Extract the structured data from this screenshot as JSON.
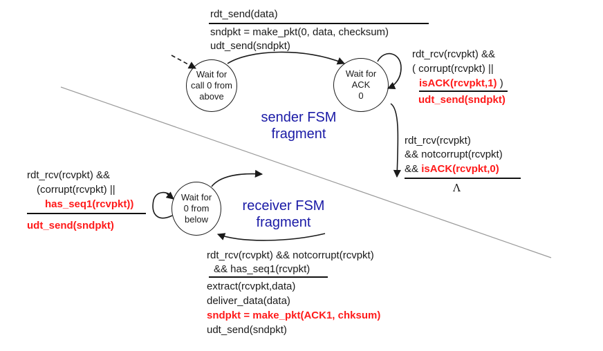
{
  "sender": {
    "label_line1": "sender FSM",
    "label_line2": "fragment",
    "states": {
      "wait_call0": {
        "line1": "Wait for",
        "line2": "call 0 from",
        "line3": "above"
      },
      "wait_ack0": {
        "line1": "Wait for",
        "line2": "ACK",
        "line3": "0"
      }
    },
    "transition_send": {
      "event": "rdt_send(data)",
      "action1": "sndpkt = make_pkt(0, data, checksum)",
      "action2": "udt_send(sndpkt)"
    },
    "transition_resend": {
      "event1": "rdt_rcv(rcvpkt) &&",
      "event2": "( corrupt(rcvpkt) ||",
      "event3_red": "isACK(rcvpkt,1)",
      "event3_tail": " )",
      "action_red": "udt_send(sndpkt)"
    },
    "transition_ack": {
      "event1": "rdt_rcv(rcvpkt)",
      "event2": "&& notcorrupt(rcvpkt)",
      "event3_prefix": "&& ",
      "event3_red": "isACK(rcvpkt,0)",
      "action": "Λ"
    }
  },
  "receiver": {
    "label_line1": "receiver FSM",
    "label_line2": "fragment",
    "states": {
      "wait_0_below": {
        "line1": "Wait for",
        "line2": "0 from",
        "line3": "below"
      }
    },
    "transition_dup": {
      "event1": "rdt_rcv(rcvpkt) &&",
      "event2": "(corrupt(rcvpkt) ||",
      "event3_red": "has_seq1(rcvpkt))",
      "action_red": "udt_send(sndpkt)"
    },
    "transition_deliver": {
      "event1": "rdt_rcv(rcvpkt) && notcorrupt(rcvpkt)",
      "event2": "&& has_seq1(rcvpkt)",
      "action1": "extract(rcvpkt,data)",
      "action2": "deliver_data(data)",
      "action3_red": "sndpkt = make_pkt(ACK1, chksum)",
      "action4": "udt_send(sndpkt)"
    }
  },
  "colors": {
    "highlight": "#ff1a1a",
    "label": "#1a1aa6",
    "line": "#1a1a1a",
    "divider": "#9a9a9a"
  }
}
